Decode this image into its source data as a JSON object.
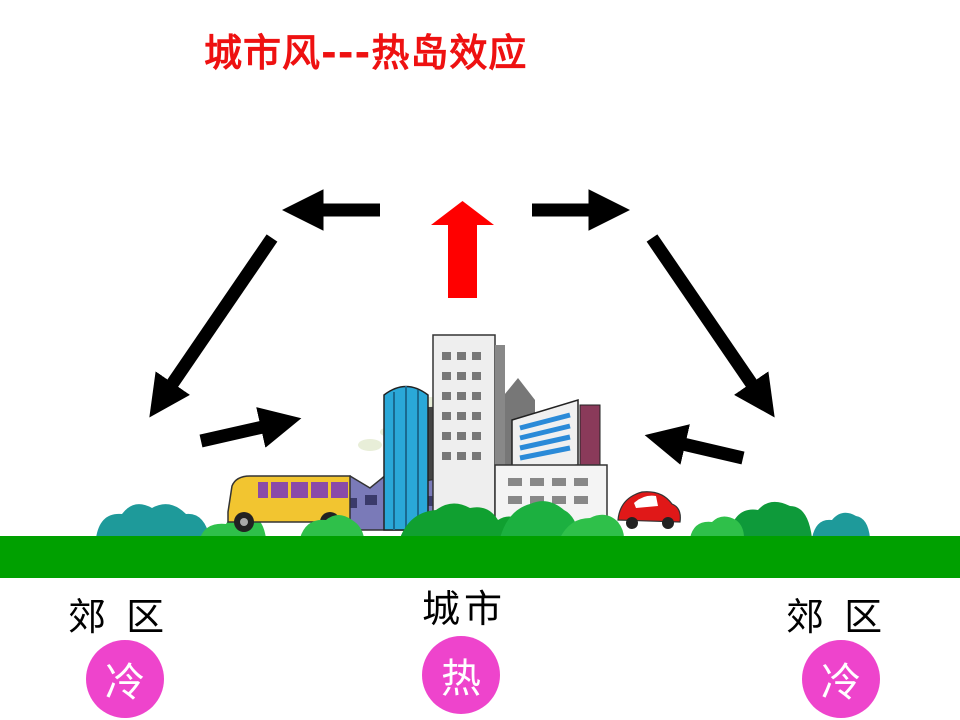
{
  "title": "城市风---热岛效应",
  "colors": {
    "title": "#ee1111",
    "ground": "#00a000",
    "circle": "#ee44cc",
    "circle_text": "#ffffff",
    "arrow_black": "#000000",
    "arrow_red": "#ff0000"
  },
  "labels": {
    "left_area": "郊 区",
    "center_area": "城市",
    "right_area": "郊 区"
  },
  "temps": {
    "left": "冷",
    "center": "热",
    "right": "冷"
  }
}
